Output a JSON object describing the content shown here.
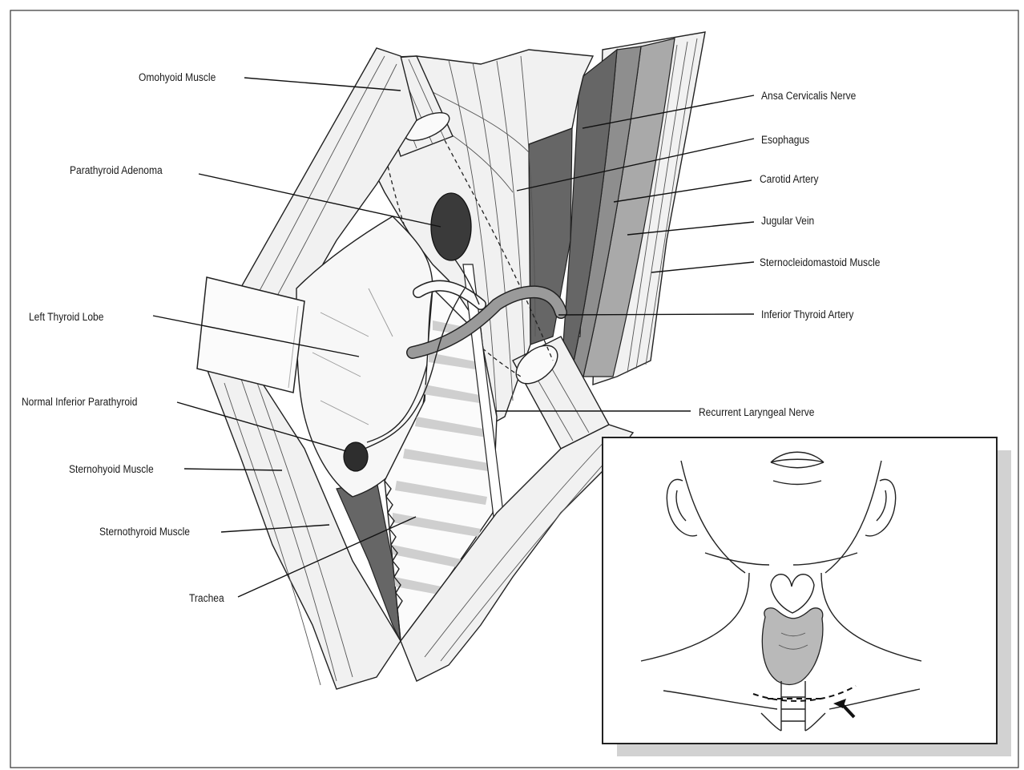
{
  "labels": {
    "omohyoid": "Omohyoid Muscle",
    "parathyroid_adenoma": "Parathyroid Adenoma",
    "left_thyroid_lobe": "Left Thyroid Lobe",
    "normal_inferior_parathyroid": "Normal Inferior Parathyroid",
    "sternohyoid": "Sternohyoid Muscle",
    "sternothyroid": "Sternothyroid Muscle",
    "trachea": "Trachea",
    "ansa_cervicalis": "Ansa Cervicalis Nerve",
    "esophagus": "Esophagus",
    "carotid_artery": "Carotid Artery",
    "jugular_vein": "Jugular Vein",
    "sternocleidomastoid": "Sternocleidomastoid Muscle",
    "inferior_thyroid_artery": "Inferior Thyroid Artery",
    "recurrent_laryngeal": "Recurrent Laryngeal Nerve"
  },
  "colors": {
    "ink": "#222222",
    "dark_structure": "#666666",
    "mid_structure": "#a9a9a9",
    "light_tissue": "#f1f1f1",
    "inset_shadow": "#cfcfcf"
  }
}
